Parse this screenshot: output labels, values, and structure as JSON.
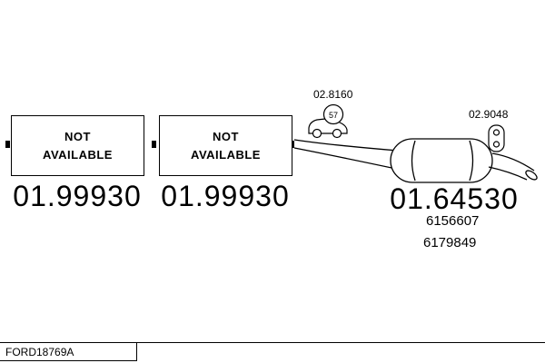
{
  "boxes": [
    {
      "line1": "NOT",
      "line2": "AVAILABLE",
      "part_number": "01.99930"
    },
    {
      "line1": "NOT",
      "line2": "AVAILABLE",
      "part_number": "01.99930"
    }
  ],
  "muffler": {
    "ref_top_label": "02.8160",
    "wheel_badge": "57",
    "ref_right_label": "02.9048",
    "part_number": "01.64530",
    "oe_numbers": [
      "6156607",
      "6179849"
    ]
  },
  "footer": {
    "code": "FORD18769A"
  }
}
